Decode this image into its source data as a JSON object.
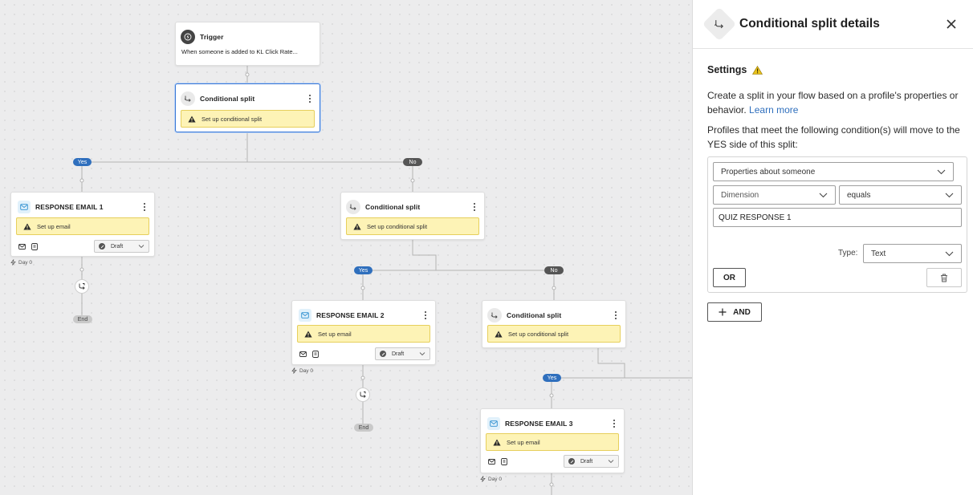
{
  "canvas": {
    "trigger": {
      "title": "Trigger",
      "subtitle": "When someone is added to KL Click Rate..."
    },
    "split1": {
      "title": "Conditional split",
      "warning": "Set up conditional split"
    },
    "split2": {
      "title": "Conditional split",
      "warning": "Set up conditional split"
    },
    "split3": {
      "title": "Conditional split",
      "warning": "Set up conditional split"
    },
    "email1": {
      "title": "RESPONSE EMAIL 1",
      "warning": "Set up email",
      "status": "Draft",
      "delay": "Day 0"
    },
    "email2": {
      "title": "RESPONSE EMAIL 2",
      "warning": "Set up email",
      "status": "Draft",
      "delay": "Day 0"
    },
    "email3": {
      "title": "RESPONSE EMAIL 3",
      "warning": "Set up email",
      "status": "Draft",
      "delay": "Day 0"
    },
    "branch_yes": "Yes",
    "branch_no": "No",
    "end_label": "End"
  },
  "panel": {
    "title": "Conditional split details",
    "settings_heading": "Settings",
    "description": "Create a split in your flow based on a profile's properties or behavior.",
    "learn_more": "Learn more",
    "condition_intro": "Profiles that meet the following condition(s) will move to the YES side of this split:",
    "condition_type": "Properties about someone",
    "dimension_placeholder": "Dimension",
    "operator": "equals",
    "value": "QUIZ RESPONSE 1",
    "type_label": "Type:",
    "type_value": "Text",
    "or_label": "OR",
    "and_label": "AND"
  },
  "colors": {
    "accent": "#2f6fbd",
    "warning_bg": "#fdf3b6",
    "warning_border": "#e6cf5c",
    "selected_border": "#3a78d6"
  }
}
